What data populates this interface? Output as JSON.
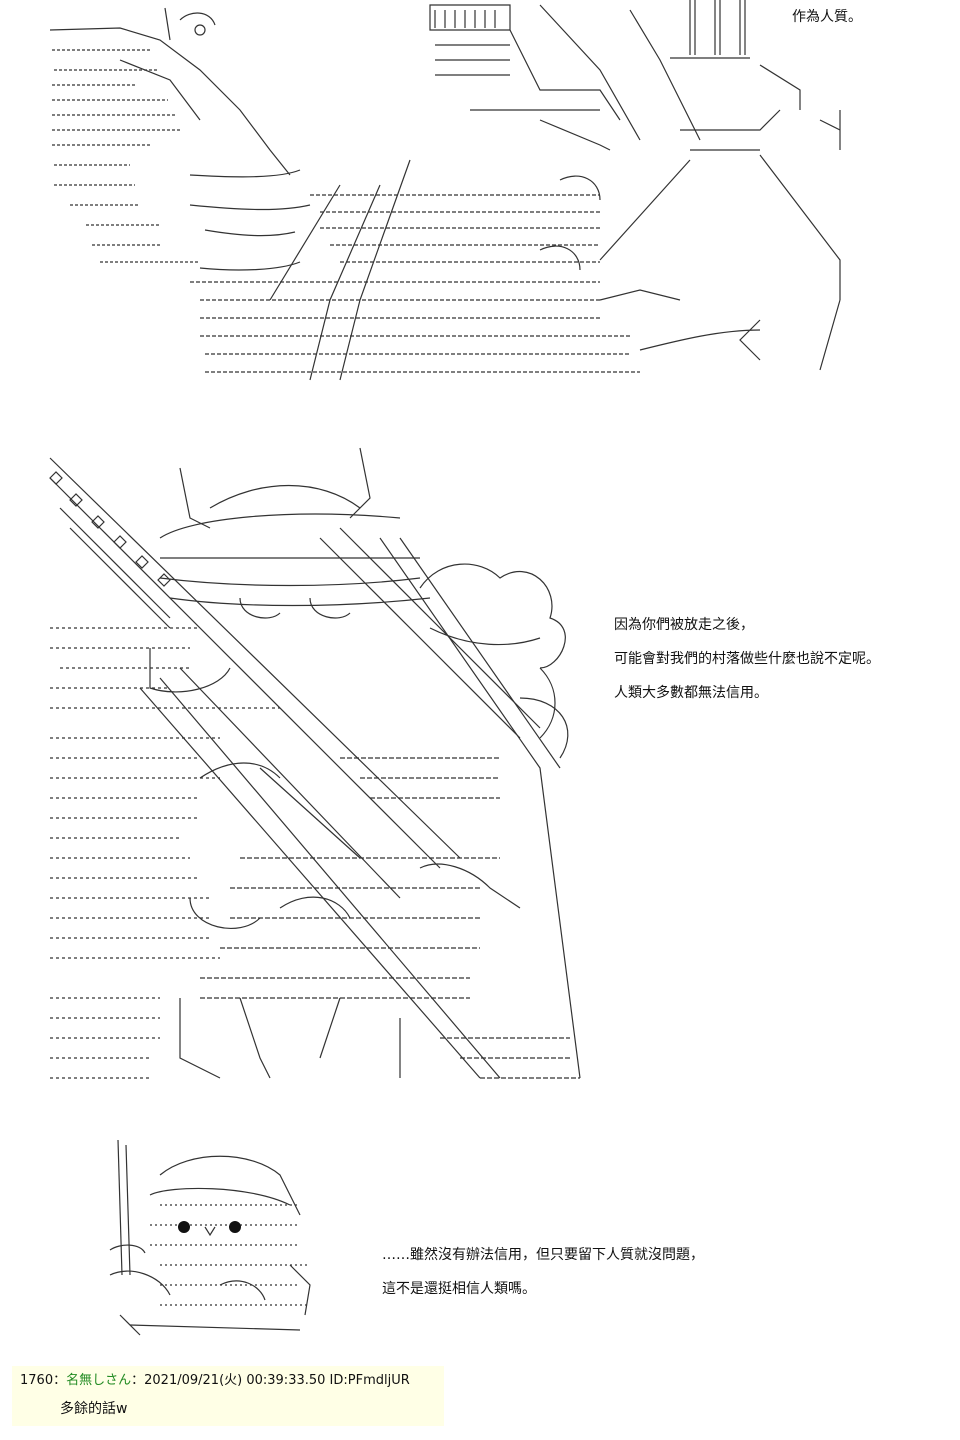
{
  "captions": {
    "panel1": [
      "作為人質。"
    ],
    "panel2": [
      "因為你們被放走之後，",
      "可能會對我們的村落做些什麼也說不定呢。",
      "人類大多數都無法信用。"
    ],
    "panel3": [
      "……雖然沒有辦法信用，但只要留下人質就沒問題，",
      "這不是還挺相信人類嗎。"
    ]
  },
  "post": {
    "number": "1760",
    "sep1": "：",
    "name": "名無しさん",
    "sep2": "：",
    "datetime": "2021/09/21(火) 00:39:33.50",
    "id": "ID:PFmdljUR",
    "body": "多餘的話w"
  },
  "colors": {
    "art_stroke": "#333333",
    "post_background": "#ffffe6",
    "post_name": "#228b22"
  }
}
